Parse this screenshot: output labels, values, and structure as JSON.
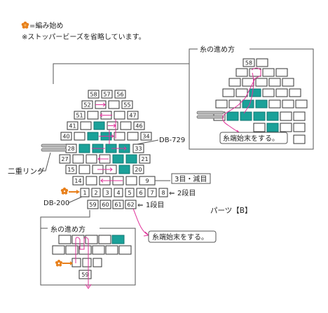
{
  "legend": {
    "start_marker_label": "=編み始め",
    "note": "※ストッパービーズを省略しています。"
  },
  "labels": {
    "bead_code_main": "DB-729",
    "bead_code_base": "DB-200",
    "ring": "二重リング",
    "row_first": "1段目",
    "row_second": "2段目",
    "row_third": "3目・減目",
    "part": "パーツ【B】",
    "finish_main": "糸端始末をする。",
    "finish_inset": "糸端始末をする。",
    "thread_path_top": "糸の進め方",
    "thread_path_bottom": "糸の進め方"
  },
  "bead_numbers": {
    "row1": [
      "1",
      "2",
      "3",
      "4",
      "5",
      "6",
      "7",
      "8"
    ],
    "row2": [
      "59",
      "60",
      "61",
      "62"
    ],
    "row3": [
      "14",
      "9"
    ],
    "row4": [
      "15",
      "20"
    ],
    "row5": [
      "27",
      "21"
    ],
    "row6": [
      "28",
      "33"
    ],
    "row7": [
      "40",
      "34"
    ],
    "row8": [
      "41",
      "46"
    ],
    "row9": [
      "51",
      "47"
    ],
    "row10": [
      "52",
      "55"
    ],
    "row11": [
      "58",
      "57",
      "56"
    ],
    "inset_top": "58",
    "inset_bottom": "59"
  },
  "colors": {
    "teal": "#1aa199",
    "thread": "#e0339a",
    "marker": "#e8801c"
  }
}
